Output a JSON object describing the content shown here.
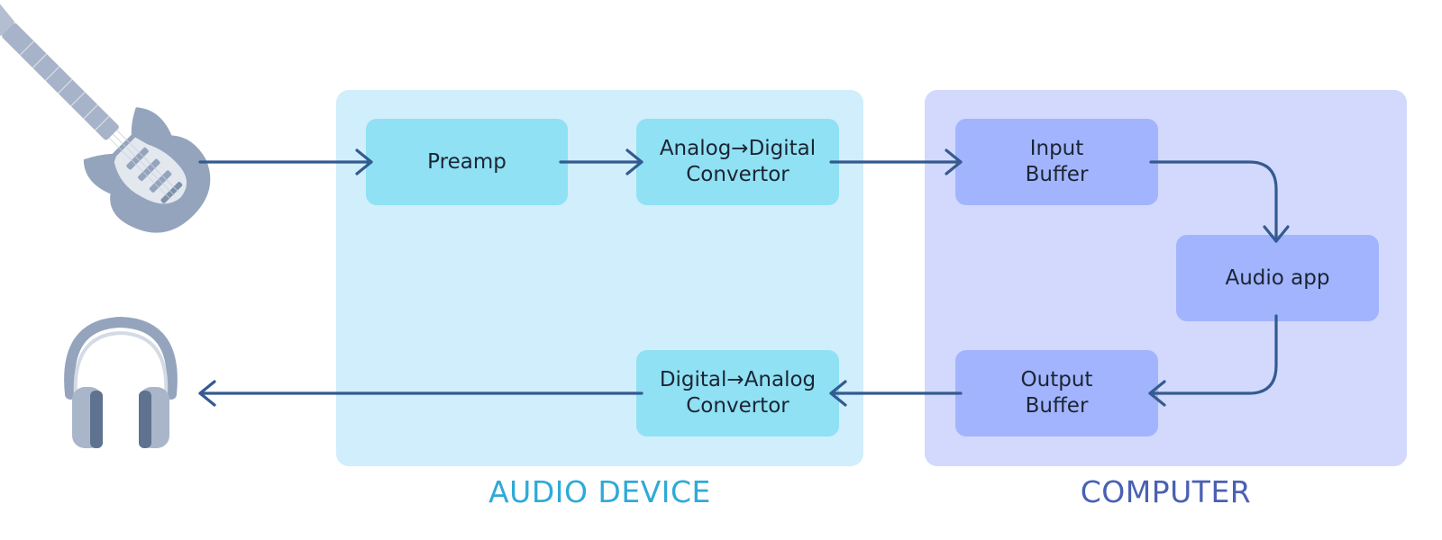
{
  "groups": {
    "audio_device": "AUDIO DEVICE",
    "computer": "COMPUTER"
  },
  "nodes": {
    "preamp": "Preamp",
    "adc": "Analog→Digital\nConvertor",
    "input_buffer": "Input\nBuffer",
    "audio_app": "Audio app",
    "output_buffer": "Output\nBuffer",
    "dac": "Digital→Analog\nConvertor"
  },
  "icons": {
    "source": "electric-guitar-icon",
    "sink": "headphones-icon"
  },
  "colors": {
    "audio_panel": "#d0eefc",
    "computer_panel": "#d2d9fd",
    "audio_node": "#8fe1f3",
    "computer_node": "#a2b4fd",
    "arrow": "#345a90",
    "audio_label": "#2eaad8",
    "computer_label": "#4a60b4",
    "icon": "#94a4bd"
  }
}
